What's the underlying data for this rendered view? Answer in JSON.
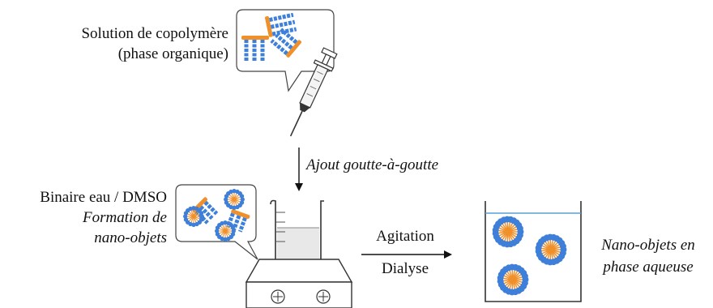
{
  "labels": {
    "copolymer_line1": "Solution de copolymère",
    "copolymer_line2": "(phase organique)",
    "dropwise": "Ajout goutte-à-goutte",
    "binary_line1": "Binaire eau / DMSO",
    "binary_line2": "Formation de",
    "binary_line3": "nano-objets",
    "agitation": "Agitation",
    "dialysis": "Dialyse",
    "result_line1": "Nano-objets en",
    "result_line2": "phase aqueuse"
  },
  "colors": {
    "hydrophilic_block": "#3d7fd9",
    "hydrophobic_block": "#f0902a",
    "outline": "#222222",
    "water_line": "#5aa0d0",
    "liquid": "#e8e8e8"
  },
  "icons": [
    "speech-bubble-icon",
    "syringe-icon",
    "beaker-icon",
    "magnetic-stirrer-icon",
    "arrow-icon",
    "container-icon",
    "micelle-icon",
    "copolymer-icon"
  ]
}
